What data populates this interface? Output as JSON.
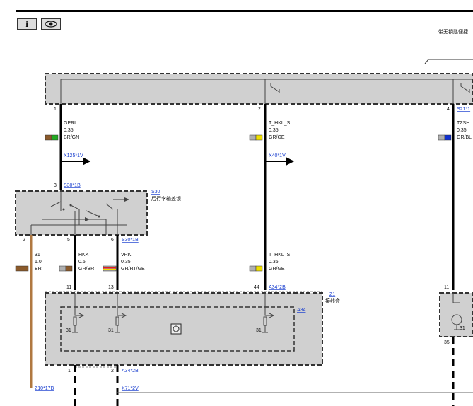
{
  "toolbar": {
    "info_icon": "i",
    "view_icon": "eye-icon"
  },
  "top_note": "带无钥匙便捷",
  "module_top": {
    "pins": [
      "1",
      "2",
      "4"
    ],
    "link_right": "S21*1"
  },
  "wires_top": [
    {
      "name": "GPRL",
      "size": "0.35",
      "color": "BR/GN",
      "c1": "#8b5a2b",
      "c2": "#22aa22",
      "connector": "X125*1V",
      "pin_below": "3",
      "connector_below": "S30*1B"
    },
    {
      "name": "T_HKL_S",
      "size": "0.35",
      "color": "GR/GE",
      "c1": "#b0b0b0",
      "c2": "#f0e000",
      "connector": "X40*1V"
    },
    {
      "name": "TZSH",
      "size": "0.35",
      "color": "GR/BL",
      "c1": "#b0b0b0",
      "c2": "#1030d0"
    }
  ],
  "s30": {
    "id": "S30",
    "desc": "后行李箱盖锁",
    "pins": [
      "2",
      "5",
      "6"
    ],
    "connector": "S30*1B"
  },
  "wires_mid": [
    {
      "name": "31",
      "size": "1.0",
      "color": "BR",
      "c1": "#8b5a2b",
      "c2": "#8b5a2b"
    },
    {
      "name": "HKK",
      "size": "0.5",
      "color": "GR/BR",
      "c1": "#b0b0b0",
      "c2": "#8b5a2b"
    },
    {
      "name": "VRK",
      "size": "0.35",
      "color": "GR/RT/GE",
      "c1": "#b0b0b0",
      "c2": "#e02020",
      "c3": "#f0e000"
    },
    {
      "name": "T_HKL_S",
      "size": "0.35",
      "color": "GR/GE",
      "c1": "#b0b0b0",
      "c2": "#f0e000"
    }
  ],
  "z1": {
    "id": "Z1",
    "desc": "接线盒",
    "inner_id": "A34",
    "pins_top": [
      "11",
      "13",
      "44"
    ],
    "connector_top": "A34*2B",
    "ground_labels": [
      "31",
      "31",
      "31"
    ],
    "pins_bottom": [
      "1",
      "2"
    ],
    "connector_bottom": "A34*2B"
  },
  "right_module": {
    "pin_top": "11",
    "pin_bottom": "35",
    "ground": "31"
  },
  "bottom": {
    "connector_left": "Z10*17B",
    "connector_mid": "X71*2V"
  }
}
